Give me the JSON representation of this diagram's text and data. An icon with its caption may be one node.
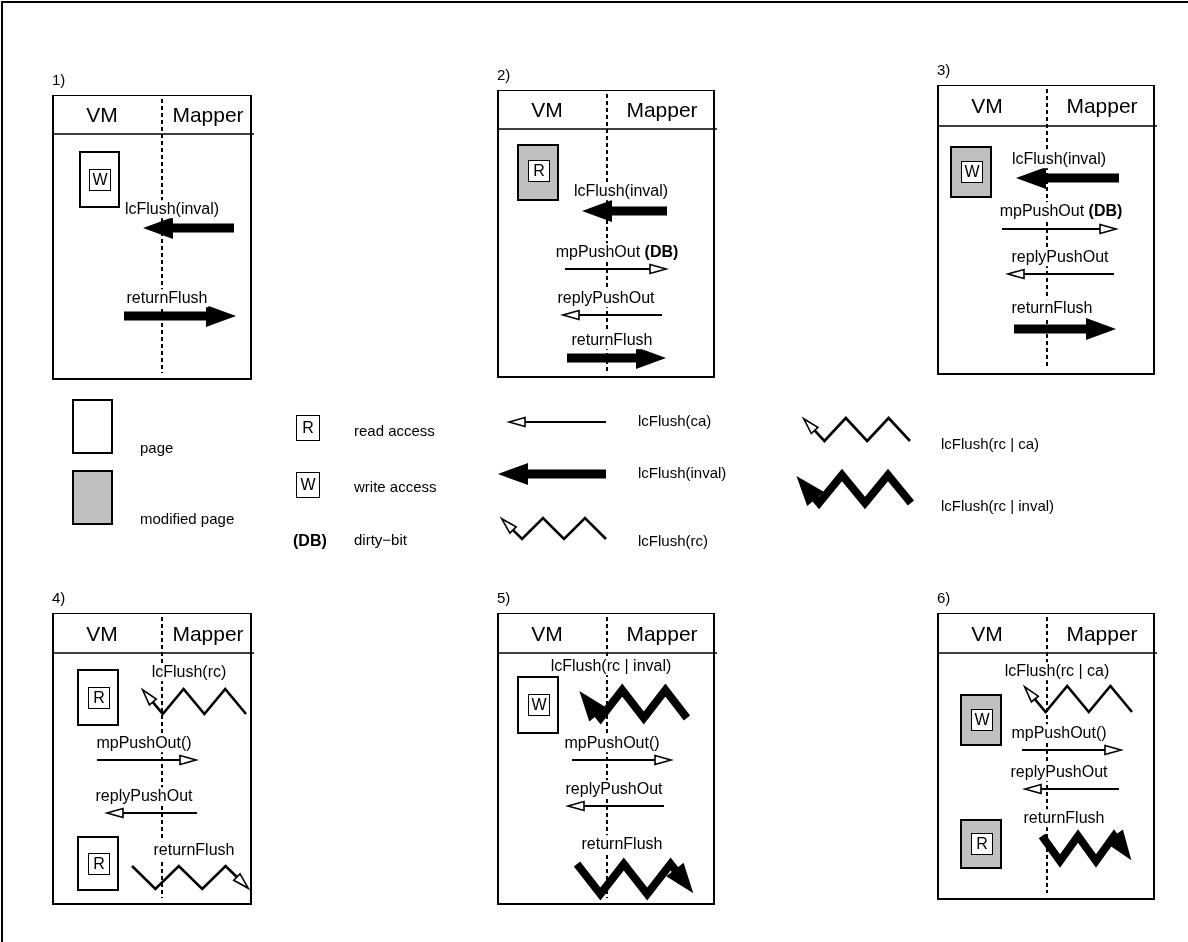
{
  "diagram": {
    "nodes": [
      {
        "text": [
          "1)",
          "VM",
          "Mapper"
        ]
      },
      {
        "text": [],
        "shape": "box",
        "in": 0
      },
      {
        "text": [
          "W"
        ],
        "in": 1
      },
      {
        "text": [
          "2)",
          "VM",
          "Mapper"
        ]
      },
      {
        "text": [],
        "shape": "box",
        "in": 3
      },
      {
        "text": [
          "R"
        ],
        "in": 4
      },
      {
        "text": [
          "3)",
          "VM",
          "Mapper"
        ]
      },
      {
        "text": [],
        "shape": "box",
        "in": 6
      },
      {
        "text": [
          "W"
        ],
        "in": 7
      },
      {
        "text": [
          "4)",
          "VM",
          "Mapper"
        ]
      },
      {
        "text": [],
        "shape": "box",
        "in": 9
      },
      {
        "text": [
          "R"
        ],
        "in": 10
      },
      {
        "text": [],
        "shape": "box",
        "in": 9
      },
      {
        "text": [
          "R"
        ],
        "in": 12
      },
      {
        "text": [
          "5)",
          "VM",
          "Mapper"
        ]
      },
      {
        "text": [],
        "shape": "box",
        "in": 14
      },
      {
        "text": [
          "W"
        ],
        "in": 15
      },
      {
        "text": [
          "6)",
          "VM",
          "Mapper"
        ]
      },
      {
        "text": [],
        "shape": "box",
        "in": 17
      },
      {
        "text": [
          "W"
        ],
        "in": 18
      },
      {
        "text": [],
        "shape": "box",
        "in": 17
      },
      {
        "text": [
          "R"
        ],
        "in": 20
      }
    ],
    "labels": [
      "lcFlush(inval)",
      "returnFlush",
      "lcFlush(inval)",
      "mpPushOut **(DB)**",
      "replyPushOut",
      "returnFlush",
      "lcFlush(inval)",
      "mpPushOut **(DB)**",
      "replyPushOut",
      "returnFlush",
      "R",
      "W",
      "(DB)",
      "lcFlush(rc)",
      "mpPushOut()",
      "replyPushOut",
      "returnFlush",
      "lcFlush(rc | inval)",
      "mpPushOut()",
      "replyPushOut",
      "returnFlush",
      "lcFlush(rc | ca)",
      "mpPushOut()",
      "replyPushOut",
      "returnFlush"
    ],
    "legend": [
      {
        "text": "page",
        "color": "#ffffff"
      },
      {
        "text": "modified page",
        "color": "#c0c0c0"
      },
      {
        "text": "read access"
      },
      {
        "text": "write access"
      },
      {
        "text": "dirty−bit"
      },
      {
        "text": "lcFlush(ca)"
      },
      {
        "text": "lcFlush(inval)"
      },
      {
        "text": "lcFlush(rc)"
      },
      {
        "text": "lcFlush(rc | ca)"
      },
      {
        "text": "lcFlush(rc | inval)"
      }
    ]
  }
}
